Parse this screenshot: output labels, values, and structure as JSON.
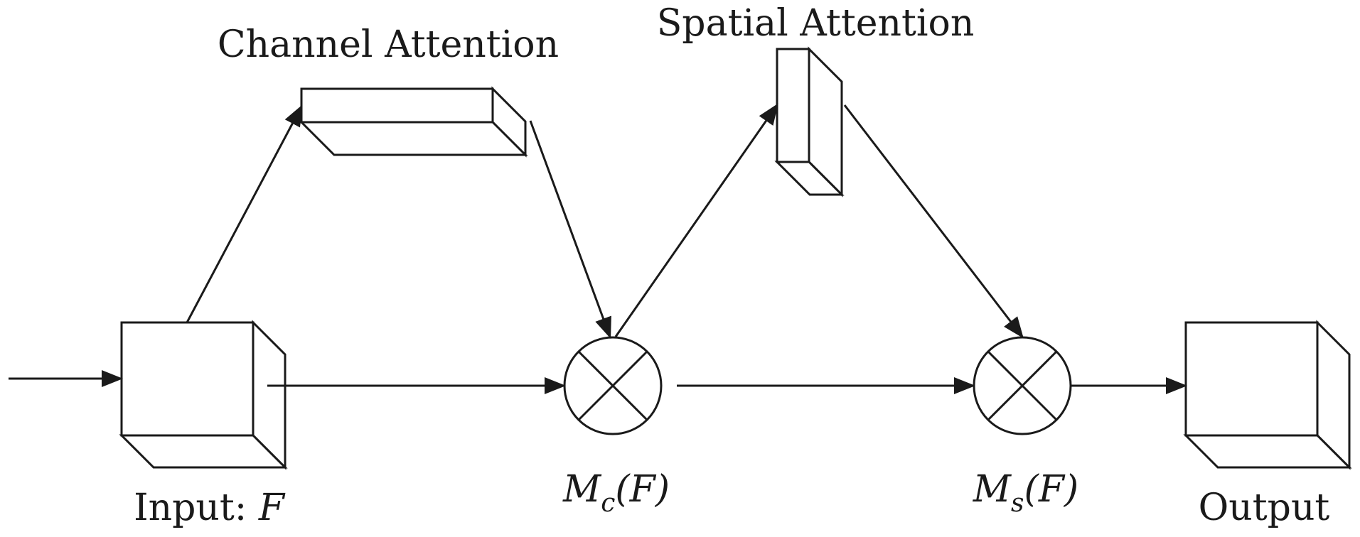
{
  "labels": {
    "channel_attention": "Channel Attention",
    "spatial_attention": "Spatial Attention",
    "input_prefix": "Input: ",
    "input_var": "F",
    "output": "Output",
    "mc_main": "M",
    "mc_sub": "c",
    "mc_arg": "(F)",
    "ms_main": "M",
    "ms_sub": "s",
    "ms_arg": "(F)"
  },
  "colors": {
    "stroke": "#1a1a1a",
    "background": "#ffffff"
  },
  "icons": {
    "multiply": "circle-times-icon"
  }
}
